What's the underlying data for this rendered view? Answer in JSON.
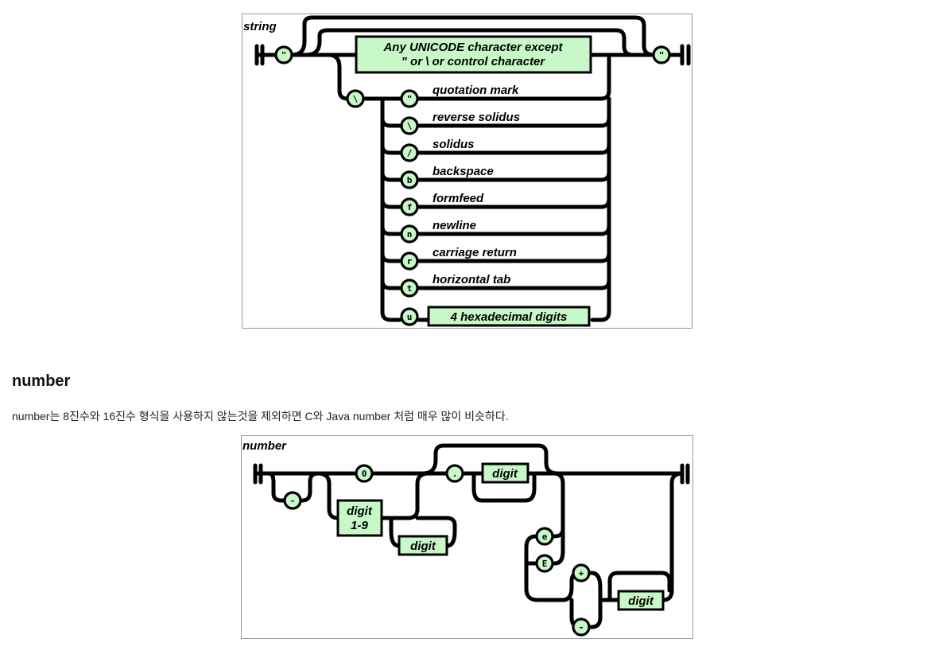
{
  "string_diagram": {
    "title": "string",
    "quote": "\"",
    "any_char_line1": "Any UNICODE character except",
    "any_char_line2": "\"  or  \\  or control character",
    "backslash": "\\",
    "escapes": [
      {
        "char": "\"",
        "label": "quotation mark"
      },
      {
        "char": "\\",
        "label": "reverse solidus"
      },
      {
        "char": "/",
        "label": "solidus"
      },
      {
        "char": "b",
        "label": "backspace"
      },
      {
        "char": "f",
        "label": "formfeed"
      },
      {
        "char": "n",
        "label": "newline"
      },
      {
        "char": "r",
        "label": "carriage return"
      },
      {
        "char": "t",
        "label": "horizontal tab"
      },
      {
        "char": "u",
        "label": ""
      }
    ],
    "hex_digits": "4 hexadecimal digits"
  },
  "number_section": {
    "heading": "number",
    "description": "number는 8진수와 16진수 형식을 사용하지 않는것을 제외하면 C와 Java number 처럼 매우 많이 비슷하다."
  },
  "number_diagram": {
    "title": "number",
    "minus": "-",
    "zero": "0",
    "digit19_line1": "digit",
    "digit19_line2": "1-9",
    "digit": "digit",
    "dot": ".",
    "e_lower": "e",
    "e_upper": "E",
    "plus": "+"
  }
}
